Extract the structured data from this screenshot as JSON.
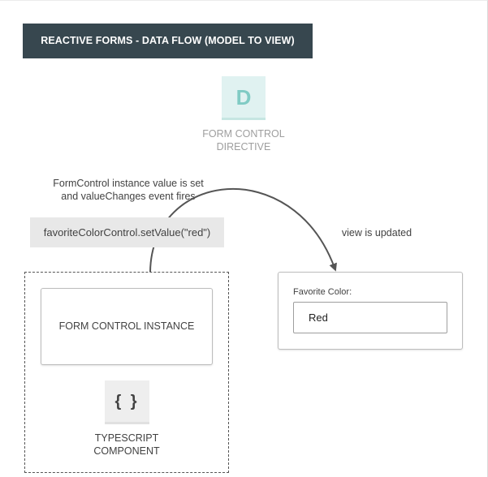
{
  "header": {
    "title": "REACTIVE FORMS - DATA FLOW (MODEL TO VIEW)"
  },
  "directive": {
    "icon_letter": "D",
    "icon": "directive-d-icon",
    "label": "FORM CONTROL DIRECTIVE"
  },
  "flow": {
    "set_annotation_line1": "FormControl instance value is set",
    "set_annotation_line2": "and valueChanges event fires",
    "set_value_code": "favoriteColorControl.setValue(\"red\")",
    "view_updated_annotation": "view is updated"
  },
  "component": {
    "instance_label": "FORM CONTROL INSTANCE",
    "icon_glyph": "{ }",
    "icon": "curly-braces-icon",
    "label_line1": "TYPESCRIPT",
    "label_line2": "COMPONENT"
  },
  "view": {
    "field_label": "Favorite Color:",
    "field_value": "Red"
  },
  "colors": {
    "header_bg": "#37474f",
    "directive_icon_bg": "#e0f2f1",
    "directive_icon_fg": "#80cbc4",
    "arrow": "#555555",
    "code_box_bg": "#e8e8e8"
  }
}
